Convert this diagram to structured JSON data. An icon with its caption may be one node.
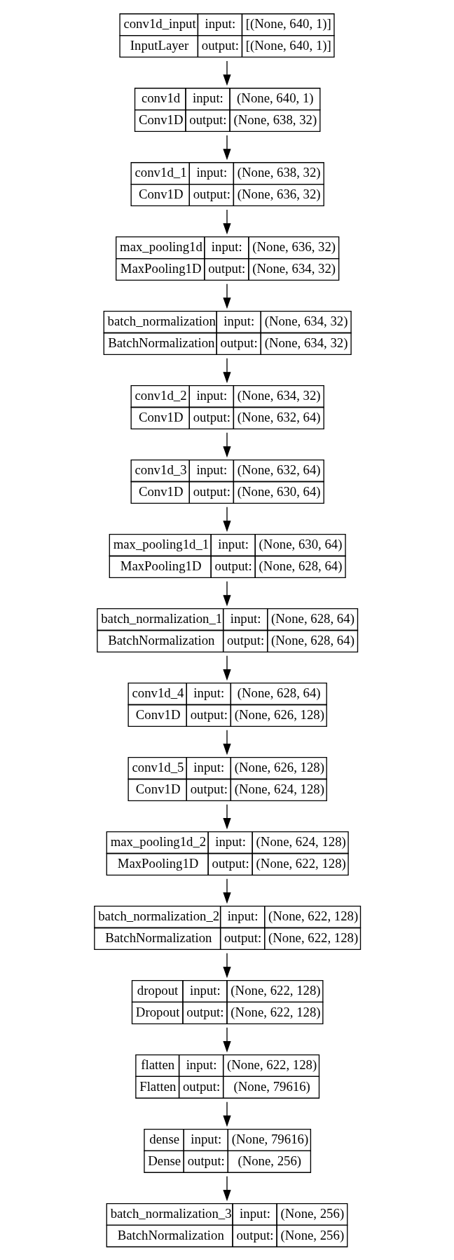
{
  "diagram": {
    "nodes": [
      {
        "text": [
          "conv1d_input",
          "input:",
          "[(None, 640, 1)]",
          "InputLayer",
          "output:",
          "[(None, 640, 1)]"
        ]
      },
      {
        "text": [
          "conv1d",
          "input:",
          "(None, 640, 1)",
          "Conv1D",
          "output:",
          "(None, 638, 32)"
        ]
      },
      {
        "text": [
          "conv1d_1",
          "input:",
          "(None, 638, 32)",
          "Conv1D",
          "output:",
          "(None, 636, 32)"
        ]
      },
      {
        "text": [
          "max_pooling1d",
          "input:",
          "(None, 636, 32)",
          "MaxPooling1D",
          "output:",
          "(None, 634, 32)"
        ]
      },
      {
        "text": [
          "batch_normalization",
          "input:",
          "(None, 634, 32)",
          "BatchNormalization",
          "output:",
          "(None, 634, 32)"
        ]
      },
      {
        "text": [
          "conv1d_2",
          "input:",
          "(None, 634, 32)",
          "Conv1D",
          "output:",
          "(None, 632, 64)"
        ]
      },
      {
        "text": [
          "conv1d_3",
          "input:",
          "(None, 632, 64)",
          "Conv1D",
          "output:",
          "(None, 630, 64)"
        ]
      },
      {
        "text": [
          "max_pooling1d_1",
          "input:",
          "(None, 630, 64)",
          "MaxPooling1D",
          "output:",
          "(None, 628, 64)"
        ]
      },
      {
        "text": [
          "batch_normalization_1",
          "input:",
          "(None, 628, 64)",
          "BatchNormalization",
          "output:",
          "(None, 628, 64)"
        ]
      },
      {
        "text": [
          "conv1d_4",
          "input:",
          "(None, 628, 64)",
          "Conv1D",
          "output:",
          "(None, 626, 128)"
        ]
      },
      {
        "text": [
          "conv1d_5",
          "input:",
          "(None, 626, 128)",
          "Conv1D",
          "output:",
          "(None, 624, 128)"
        ]
      },
      {
        "text": [
          "max_pooling1d_2",
          "input:",
          "(None, 624, 128)",
          "MaxPooling1D",
          "output:",
          "(None, 622, 128)"
        ]
      },
      {
        "text": [
          "batch_normalization_2",
          "input:",
          "(None, 622, 128)",
          "BatchNormalization",
          "output:",
          "(None, 622, 128)"
        ]
      },
      {
        "text": [
          "dropout",
          "input:",
          "(None, 622, 128)",
          "Dropout",
          "output:",
          "(None, 622, 128)"
        ]
      },
      {
        "text": [
          "flatten",
          "input:",
          "(None, 622, 128)",
          "Flatten",
          "output:",
          "(None, 79616)"
        ]
      },
      {
        "text": [
          "dense",
          "input:",
          "(None, 79616)",
          "Dense",
          "output:",
          "(None, 256)"
        ]
      },
      {
        "text": [
          "batch_normalization_3",
          "input:",
          "(None, 256)",
          "BatchNormalization",
          "output:",
          "(None, 256)"
        ]
      }
    ],
    "edges": [
      {
        "from": 0,
        "to": 1,
        "arrow": "to"
      },
      {
        "from": 1,
        "to": 2,
        "arrow": "to"
      },
      {
        "from": 2,
        "to": 3,
        "arrow": "to"
      },
      {
        "from": 3,
        "to": 4,
        "arrow": "to"
      },
      {
        "from": 4,
        "to": 5,
        "arrow": "to"
      },
      {
        "from": 5,
        "to": 6,
        "arrow": "to"
      },
      {
        "from": 6,
        "to": 7,
        "arrow": "to"
      },
      {
        "from": 7,
        "to": 8,
        "arrow": "to"
      },
      {
        "from": 8,
        "to": 9,
        "arrow": "to"
      },
      {
        "from": 9,
        "to": 10,
        "arrow": "to"
      },
      {
        "from": 10,
        "to": 11,
        "arrow": "to"
      },
      {
        "from": 11,
        "to": 12,
        "arrow": "to"
      },
      {
        "from": 12,
        "to": 13,
        "arrow": "to"
      },
      {
        "from": 13,
        "to": 14,
        "arrow": "to"
      },
      {
        "from": 14,
        "to": 15,
        "arrow": "to"
      },
      {
        "from": 15,
        "to": 16,
        "arrow": "to"
      }
    ]
  }
}
